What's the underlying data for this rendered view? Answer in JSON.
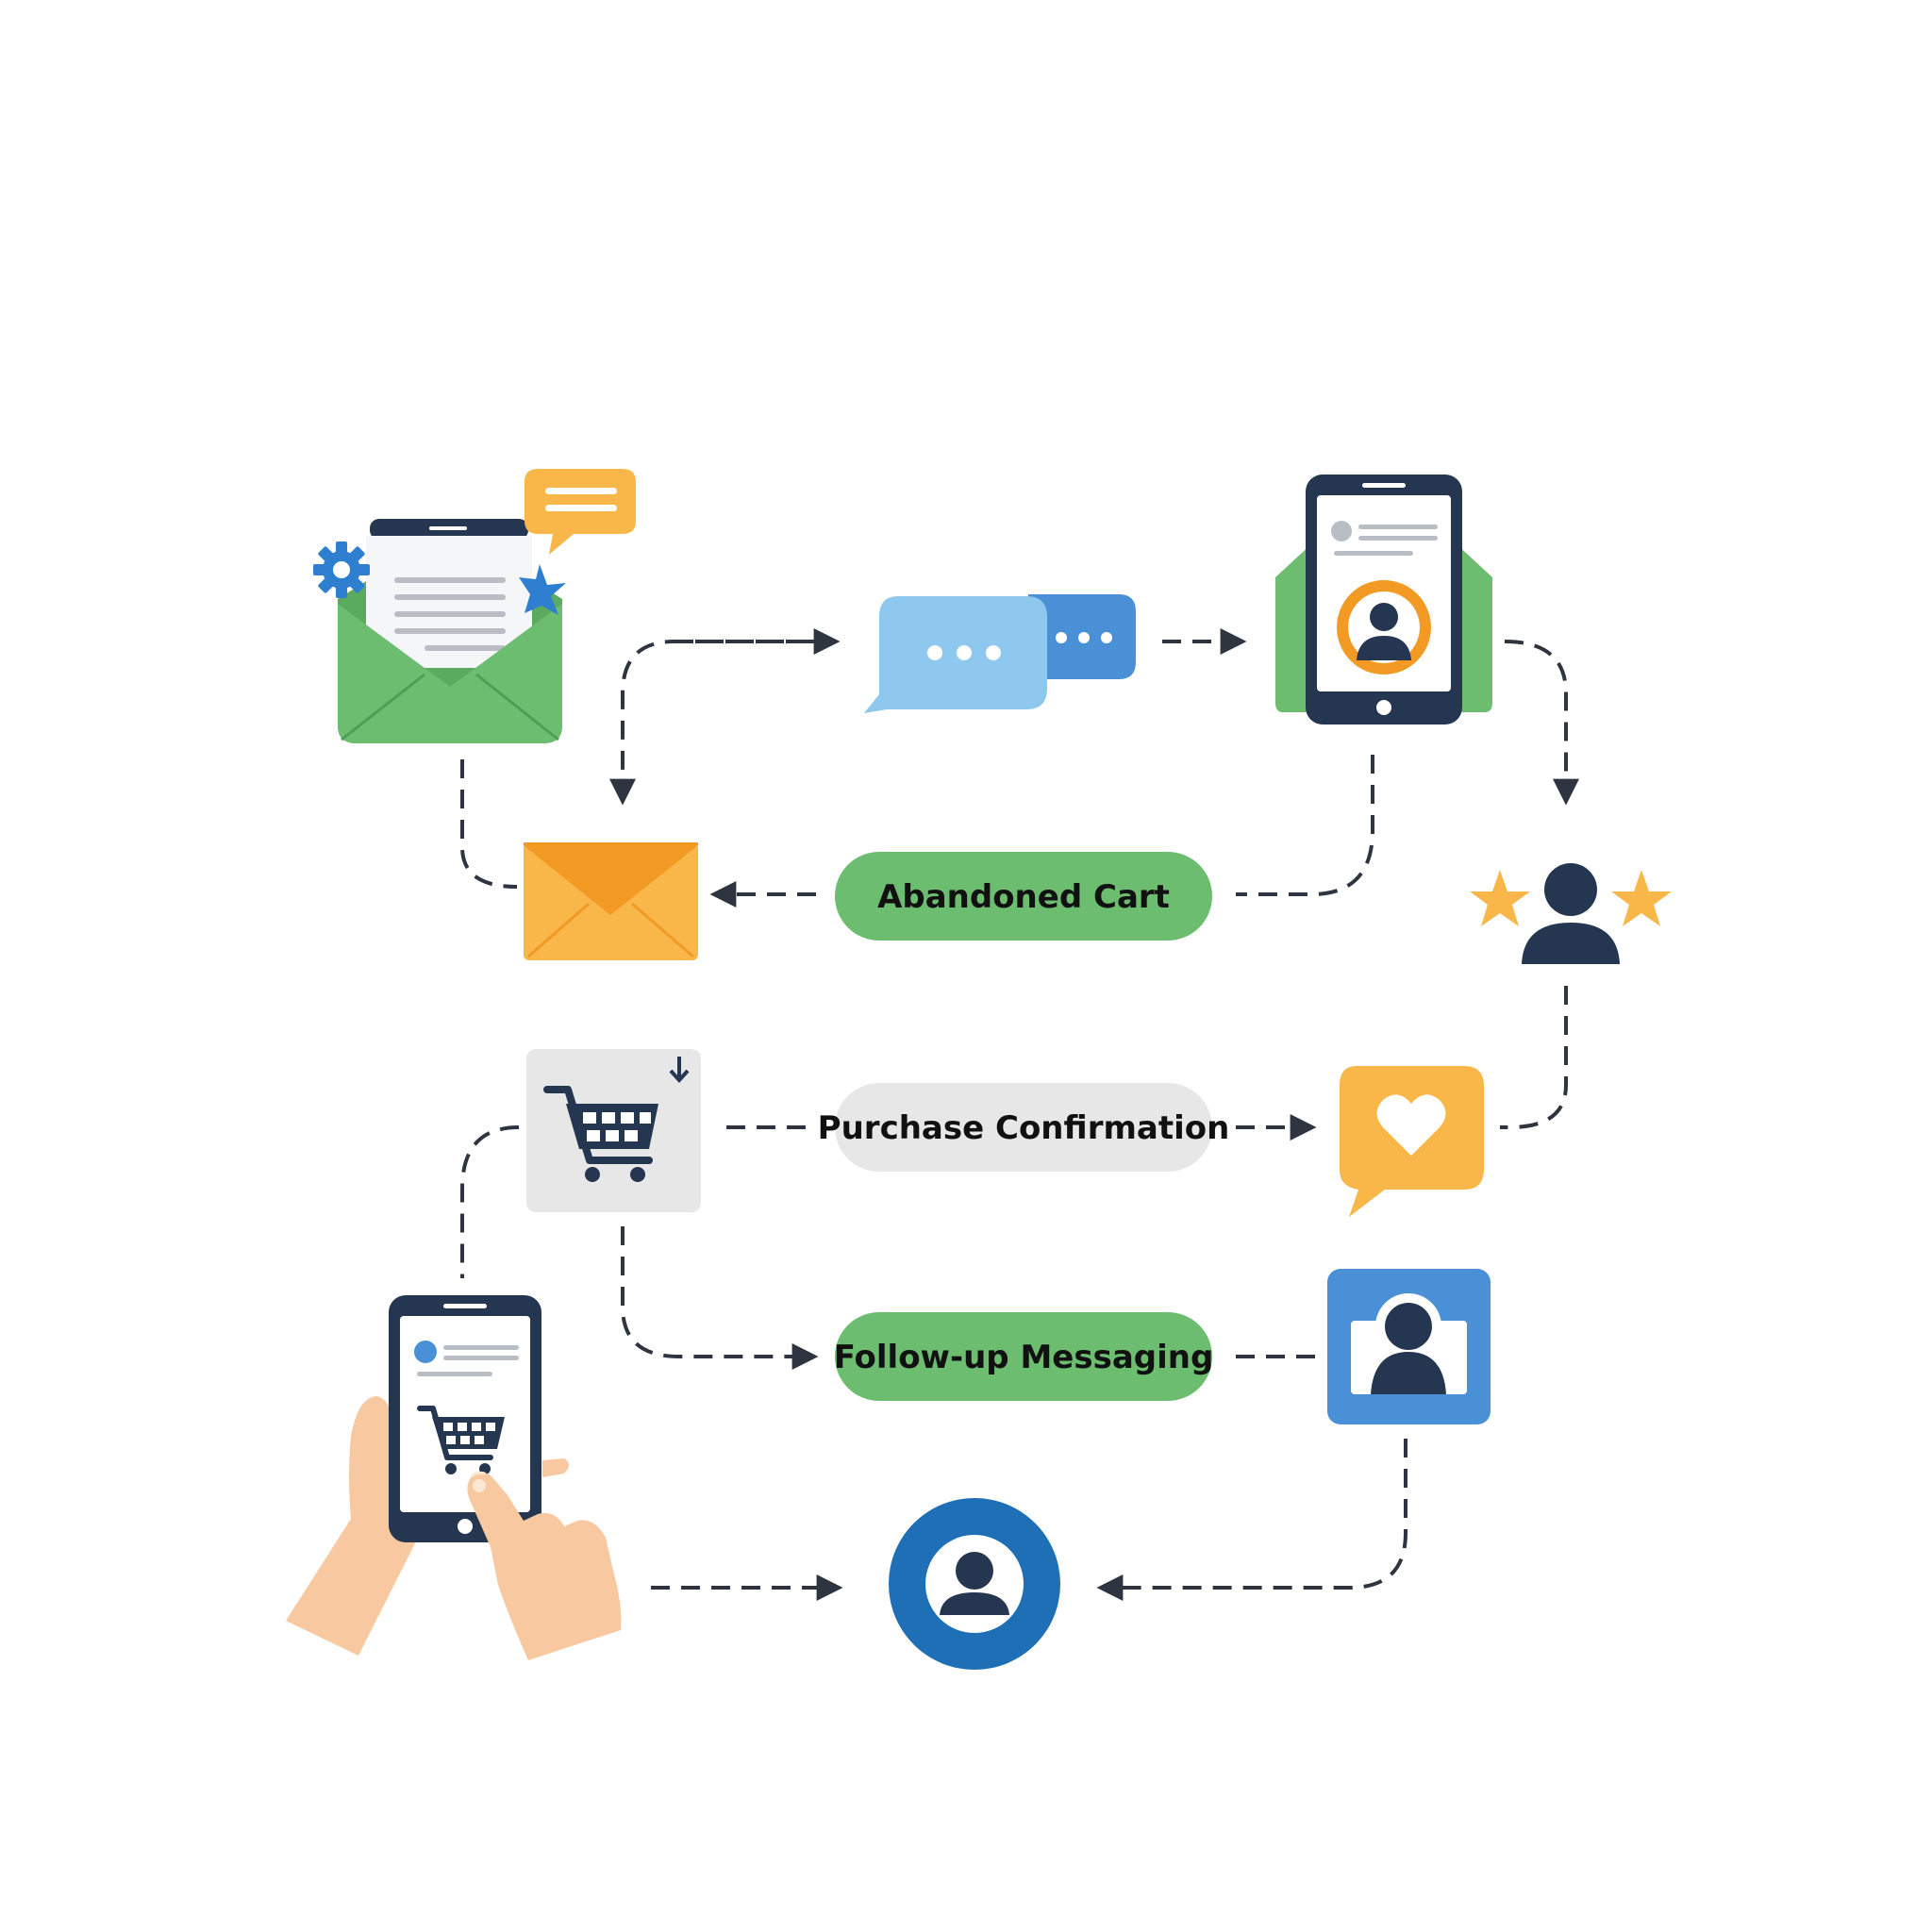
{
  "steps": {
    "abandoned_cart": "Abandoned Cart",
    "purchase_confirmation": "Purchase Confirmation",
    "follow_up_messaging": "Follow-up Messaging"
  },
  "colors": {
    "green": "#6cbd70",
    "dark_green": "#4e9e57",
    "orange": "#f9b649",
    "dark_orange": "#f29a24",
    "light_blue": "#8ec8ee",
    "blue": "#4a90d6",
    "dark_blue": "#1e6fb5",
    "navy": "#253650",
    "gray": "#e7e7e7",
    "skin": "#f8c8a0",
    "arrow": "#2e3440"
  },
  "icons": [
    "email-newsletter-icon",
    "chat-bubbles-icon",
    "mobile-profile-icon",
    "envelope-icon",
    "rated-user-icon",
    "shopping-cart-icon",
    "heart-message-icon",
    "hand-phone-shop-icon",
    "profile-card-icon",
    "customer-profile-icon"
  ]
}
